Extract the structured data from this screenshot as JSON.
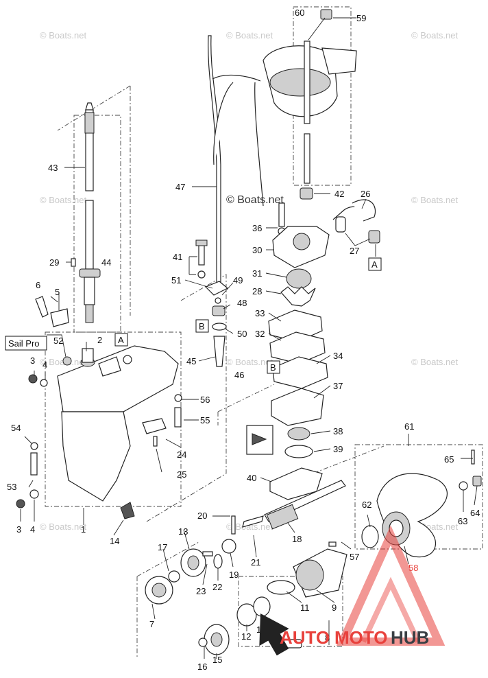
{
  "watermark": "© Boats.net",
  "center_watermark": "© Boats.net",
  "sail_pro_label": "Sail Pro",
  "ref_labels": {
    "a_top": "A",
    "a_right": "A",
    "b_left": "B",
    "b_right": "B"
  },
  "brand": {
    "auto": "AUTO",
    "moto": "MOTO",
    "hub": "HUB",
    "accent_color": "#e8413c",
    "dark_color": "#3a3f44"
  },
  "callouts": {
    "n1": "1",
    "n2": "2",
    "n3a": "3",
    "n3b": "3",
    "n4a": "4",
    "n4b": "4",
    "n5": "5",
    "n6": "6",
    "n7": "7",
    "n8": "8",
    "n9": "9",
    "n10": "10",
    "n11": "11",
    "n12": "12",
    "n13": "13",
    "n14": "14",
    "n15": "15",
    "n16": "16",
    "n17": "17",
    "n18": "18",
    "n19": "19",
    "n20": "20",
    "n21": "21",
    "n22": "22",
    "n23": "23",
    "n24": "24",
    "n25": "25",
    "n26": "26",
    "n27": "27",
    "n28": "28",
    "n29": "29",
    "n30": "30",
    "n31": "31",
    "n32": "32",
    "n33": "33",
    "n34": "34",
    "n36": "36",
    "n37": "37",
    "n38": "38",
    "n39": "39",
    "n40": "40",
    "n41": "41",
    "n42": "42",
    "n43": "43",
    "n44": "44",
    "n45": "45",
    "n46": "46",
    "n47": "47",
    "n48": "48",
    "n49": "49",
    "n50": "50",
    "n51": "51",
    "n52": "52",
    "n53": "53",
    "n54": "54",
    "n55": "55",
    "n56": "56",
    "n57": "57",
    "n58": "58",
    "n59": "59",
    "n60": "60",
    "n61": "61",
    "n62": "62",
    "n63": "63",
    "n64": "64",
    "n65": "65"
  }
}
